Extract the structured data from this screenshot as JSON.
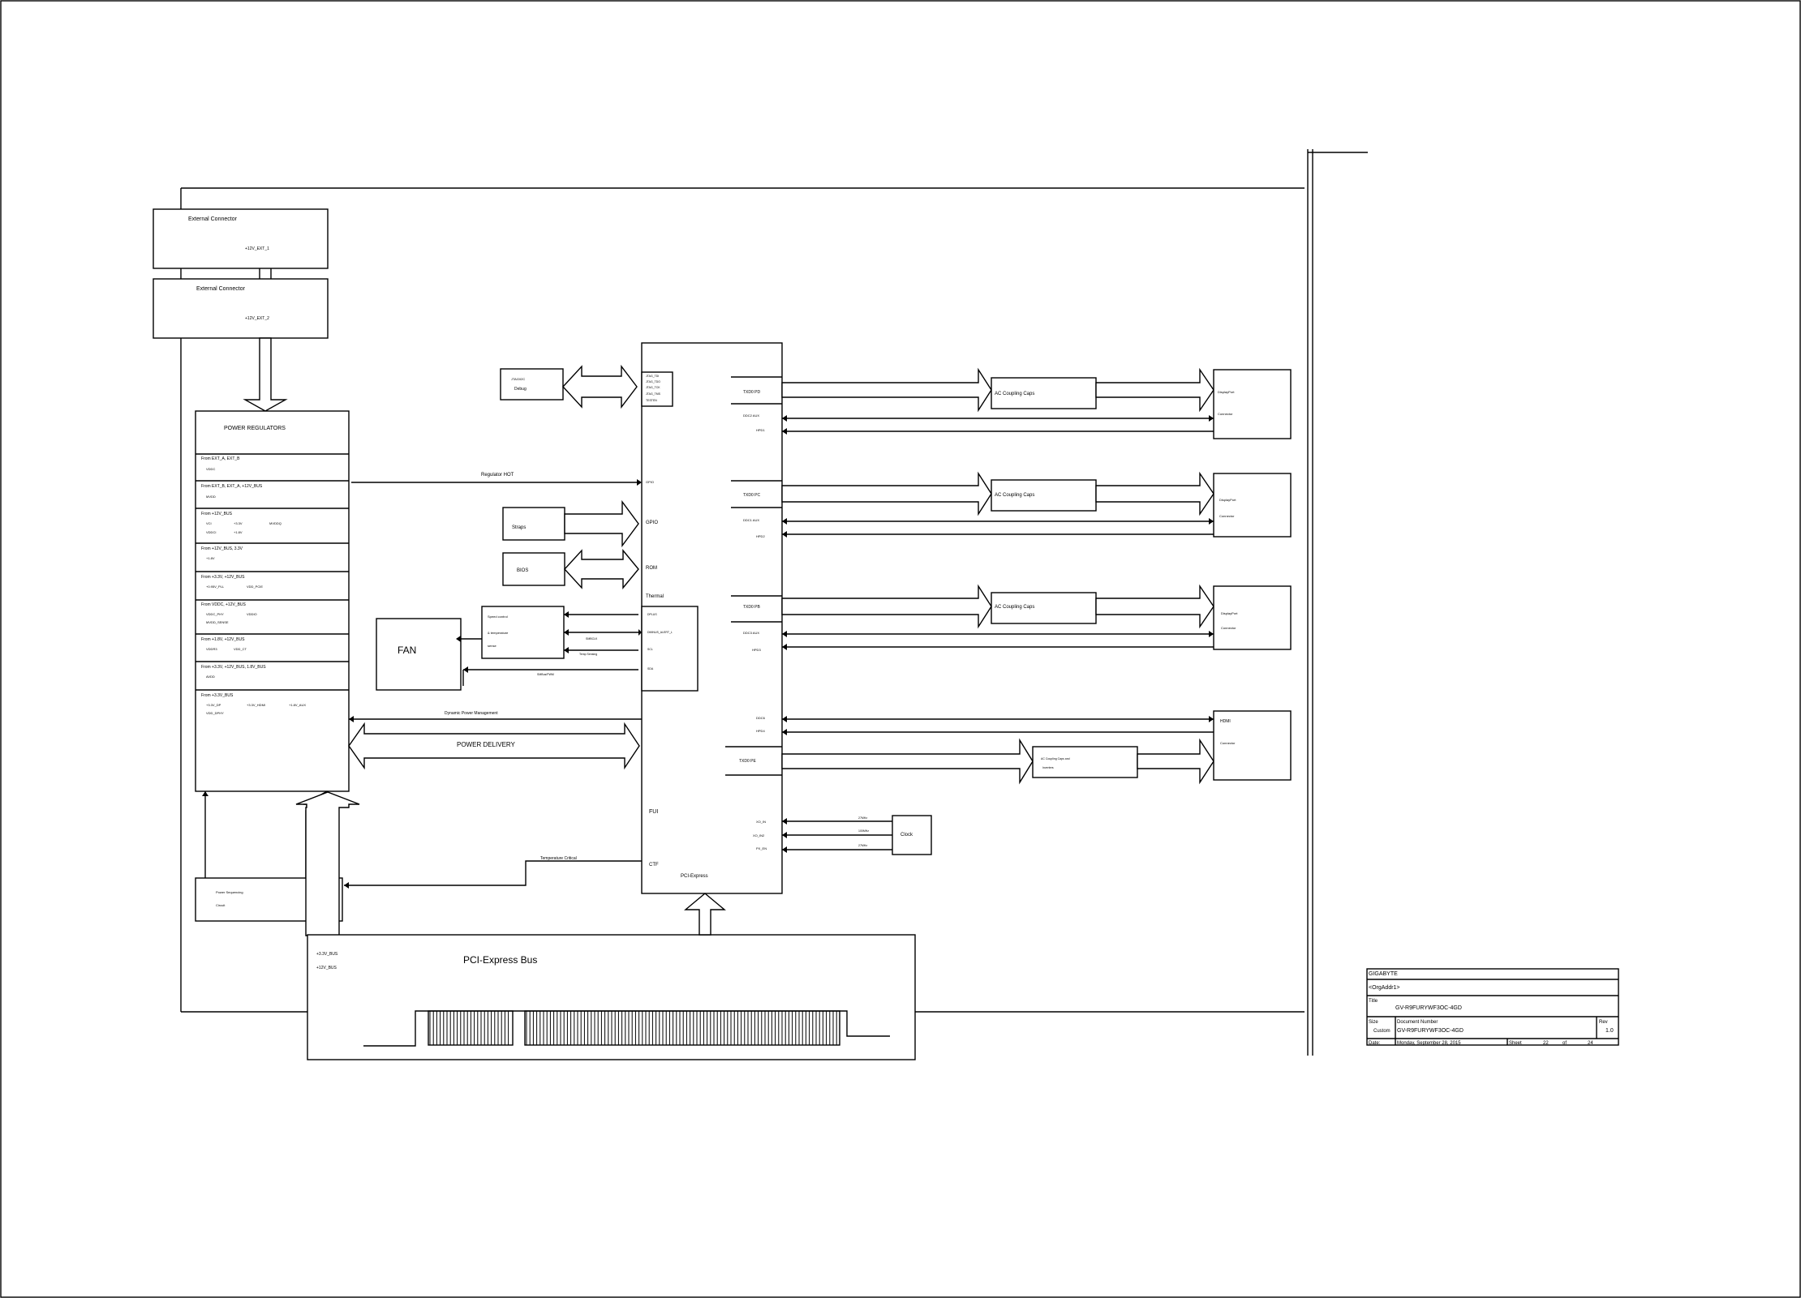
{
  "ext_connectors": [
    {
      "title": "External Connector",
      "rail": "+12V_EXT_1"
    },
    {
      "title": "External Connector",
      "rail": "+12V_EXT_2"
    }
  ],
  "power_regulators": {
    "title": "POWER REGULATORS",
    "rows": [
      {
        "from": "From EXT_A, EXT_B",
        "outputs": [
          "VDDC"
        ]
      },
      {
        "from": "From EXT_B, EXT_A, +12V_BUS",
        "outputs": [
          "MVDD"
        ]
      },
      {
        "from": "From +12V_BUS",
        "outputs": [
          "VCI",
          "VDDCI",
          "+3.3V",
          "+1.8V",
          "MVDDQ"
        ]
      },
      {
        "from": "From +12V_BUS, 3.3V",
        "outputs": [
          "+1.8V"
        ]
      },
      {
        "from": "From +3.3V, +12V_BUS",
        "outputs": [
          "+0.95V_PLL",
          "VDD_PCIE"
        ]
      },
      {
        "from": "From VDDC, +12V_BUS",
        "outputs": [
          "VDDC_PHY",
          "VDDIO",
          "MVDD_SENSE"
        ]
      },
      {
        "from": "From +1.8V, +12V_BUS",
        "outputs": [
          "VDDR3",
          "VDD_CT"
        ]
      },
      {
        "from": "From +3.3V, +12V_BUS, 1.8V_BUS",
        "outputs": [
          "AVDD"
        ]
      },
      {
        "from": "From +3.3V_BUS",
        "outputs": [
          "+3.3V_DP",
          "+3.3V_HDMI",
          "+1.8V_AUX",
          "VDD_DPHY"
        ]
      }
    ]
  },
  "gpu": {
    "left_pins": {
      "gpio": "GPIO",
      "rom": "ROM",
      "thermal": "Thermal",
      "jtag_lines": [
        "JTAG_TDI",
        "JTAG_TDO",
        "JTAG_TCK",
        "JTAG_TMS",
        "TESTEN"
      ],
      "fui": "FUI",
      "ctf": "CTF",
      "pcie": "PCI-Express",
      "gpio_sub": "GPIO"
    },
    "thermal_lines": [
      "DPLUS",
      "DMINUS_ALERT_L",
      "SCL",
      "SDA"
    ],
    "dp_ports": [
      {
        "txd": "TXD0 PD",
        "aux": "DDC2 AUX",
        "hpd": "HPD1"
      },
      {
        "txd": "TXD0 PC",
        "aux": "DDC1 AUX",
        "hpd": "HPD2"
      },
      {
        "txd": "TXD0 PB",
        "aux": "DDC3 AUX",
        "hpd": "HPD3"
      }
    ],
    "hdmi_port": {
      "ddc": "DDC6",
      "hpd": "HPD4",
      "txd": "TXD0 PE"
    },
    "clk_pins": [
      "XO_IN",
      "XO_IN2",
      "PX_EN"
    ]
  },
  "jtag": {
    "line1": "JTAG/I2C",
    "line2": "Debug"
  },
  "straps": "Straps",
  "bios": "BIOS",
  "fan": "FAN",
  "fan_controller": {
    "line1": "Speed control",
    "line2": "& temperature",
    "line3": "sense"
  },
  "fan_signals": [
    "SMBCLK",
    "Temp Sensing",
    "SMBus/PWM"
  ],
  "ac_coupling": [
    "AC Coupling Caps",
    "AC Coupling Caps",
    "AC Coupling Caps"
  ],
  "ac_hdmi": {
    "line1": "AC Coupling Caps and",
    "line2": "Inverters"
  },
  "displayports": [
    {
      "line1": "DisplayPort",
      "line2": "Connector"
    },
    {
      "line1": "DisplayPort",
      "line2": "Connector"
    },
    {
      "line1": "DisplayPort",
      "line2": "Connector"
    }
  ],
  "hdmi": {
    "line1": "HDMI",
    "line2": "Connector"
  },
  "clock": {
    "label": "Clock",
    "signals": [
      "27MHz",
      "100MHz",
      "27MHz"
    ]
  },
  "signals": {
    "regulator_hot": "Regulator HOT",
    "dyn_power": "Dynamic Power Management",
    "power_delivery": "POWER DELIVERY",
    "temp_critical": "Temperature Critical"
  },
  "power_seq": {
    "line1": "Power Sequencing",
    "line2": "Circuit"
  },
  "pcie_bus": {
    "label": "PCI-Express Bus",
    "rail1": "+3.3V_BUS",
    "rail2": "+12V_BUS"
  },
  "title_block": {
    "company": "GIGABYTE",
    "org": "<OrgAddr1>",
    "title_label": "Title",
    "title": "GV-R9FURYWF3OC-4GD",
    "size_label": "Size",
    "size": "Custom",
    "docnum_label": "Document Number",
    "docnum": "GV-R9FURYWF3OC-4GD",
    "rev_label": "Rev",
    "rev": "1.0",
    "date_label": "Date:",
    "date": "Monday, September 28, 2015",
    "sheet_label": "Sheet",
    "sheet": "22",
    "of_label": "of",
    "sheets": "24"
  }
}
